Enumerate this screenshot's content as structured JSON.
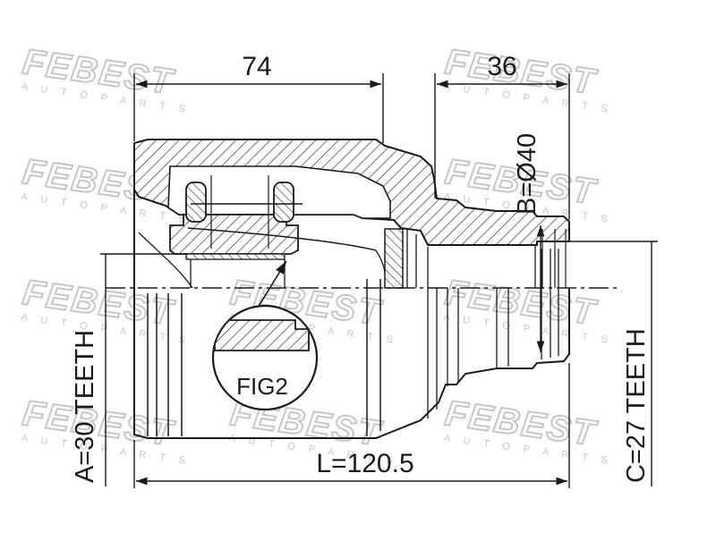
{
  "watermark": {
    "brand": "FEBEST",
    "tagline": "A U T O   P A R T S",
    "color": "#9a9a9a"
  },
  "dimensions": {
    "top_left_length": "74",
    "top_right_length": "36",
    "diameter_b": "B=Ø40",
    "overall_length": "L=120.5",
    "teeth_a": "A=30 TEETH",
    "teeth_c": "C=27 TEETH"
  },
  "detail_label": "FIG2",
  "colors": {
    "line": "#1a1a1a",
    "hatch": "#2a2a2a",
    "background": "#ffffff"
  }
}
